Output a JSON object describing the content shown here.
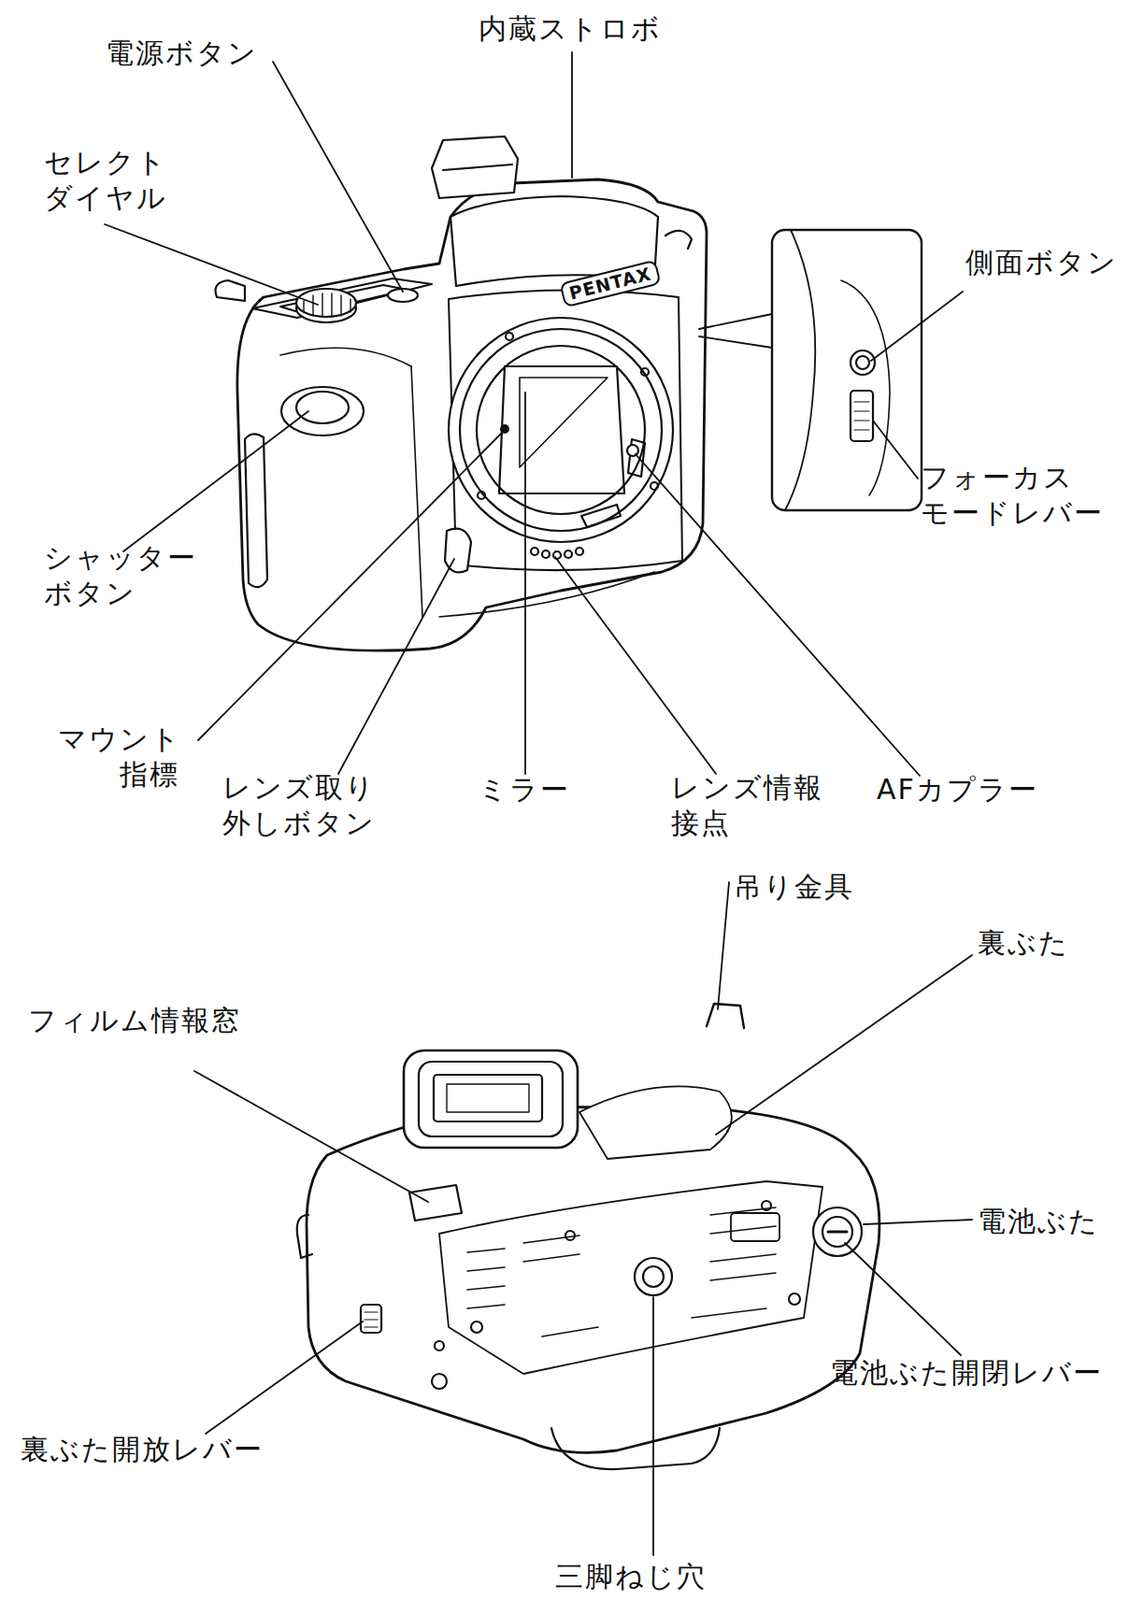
{
  "diagram": {
    "labels": [
      "内蔵ストロボ",
      "電源ボタン",
      "セレクト ダイヤル",
      "PENTAX",
      "側面ボタン",
      "フォーカス モードレバー",
      "シャッター ボタン",
      "マウント 指標",
      "レンズ取り 外しボタン",
      "ミラー",
      "レンズ情報 接点",
      "AFカプラー",
      "吊り金具",
      "裏ぶた",
      "フィルム情報窓",
      "電池ぶた",
      "電池ぶた開閉レバー",
      "裏ぶた開放レバー",
      "三脚ねじ穴"
    ]
  }
}
